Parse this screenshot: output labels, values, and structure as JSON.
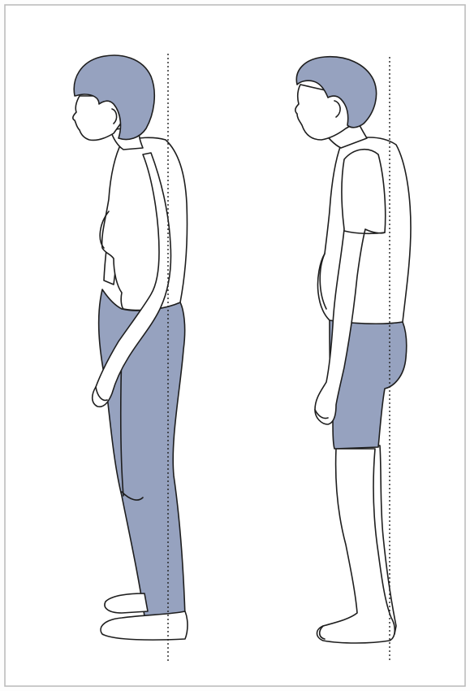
{
  "figure": {
    "description_visible_text": "",
    "colors": {
      "clothing": "#96a2bf",
      "outline": "#1e1e1e",
      "background": "#ffffff",
      "frame": "#b9b9b9"
    },
    "figures": [
      {
        "id": "woman",
        "icon": "standing-woman-side-view"
      },
      {
        "id": "man",
        "icon": "standing-man-side-view"
      }
    ],
    "plumb_lines": [
      {
        "id": "woman-plumb-line",
        "style": "dotted"
      },
      {
        "id": "man-plumb-line",
        "style": "dotted"
      }
    ]
  }
}
